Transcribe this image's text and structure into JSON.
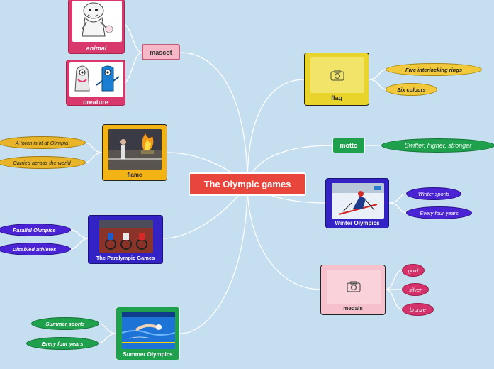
{
  "center": {
    "title": "The Olympic games"
  },
  "mascot": {
    "label": "mascot",
    "animal": "animal",
    "creature": "creature"
  },
  "flag": {
    "label": "flag",
    "items": [
      "Five interlocking rings",
      "Six colours"
    ]
  },
  "motto": {
    "label": "motto",
    "item": "Swifter, higher, stronger"
  },
  "flame": {
    "label": "flame",
    "items": [
      "A torch is lit at Olimpia",
      "Carried across the world"
    ]
  },
  "winter": {
    "label": "Winter Olympics",
    "items": [
      "Winter sports",
      "Every four years"
    ]
  },
  "paralympic": {
    "label": "The Paralympic Games",
    "items": [
      "Parallel Olimpics",
      "Disabled athletes"
    ]
  },
  "medals": {
    "label": "medals",
    "items": [
      "gold",
      "silver",
      "bronze"
    ]
  },
  "summer": {
    "label": "Summer Olympics",
    "items": [
      "Summer sports",
      "Every four years"
    ]
  },
  "colors": {
    "background": "#c5def0",
    "center": "#e8463c",
    "mascot": "#f6b7c6",
    "flag": "#e8d42a",
    "motto": "#1fa04c",
    "flame": "#f3b315",
    "winter": "#3423c4",
    "paralympic": "#3423c4",
    "medals": "#f6c0cc",
    "summer": "#1fa04c"
  }
}
